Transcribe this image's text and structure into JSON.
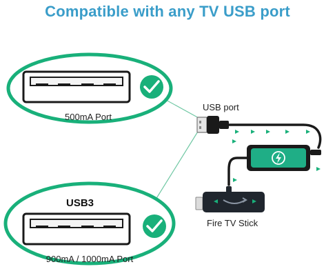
{
  "title": "Compatible with any TV USB port",
  "ports": [
    {
      "label": "500mA Port",
      "heading": ""
    },
    {
      "label": "900mA / 1000mA Port",
      "heading": "USB3"
    }
  ],
  "devices": {
    "usb_label": "USB port",
    "stick_label": "Fire TV Stick"
  },
  "colors": {
    "accent_green": "#19b07a",
    "title_blue": "#3a9dc9",
    "cable_black": "#1a1a1a",
    "icon_teal": "#1fae86"
  }
}
